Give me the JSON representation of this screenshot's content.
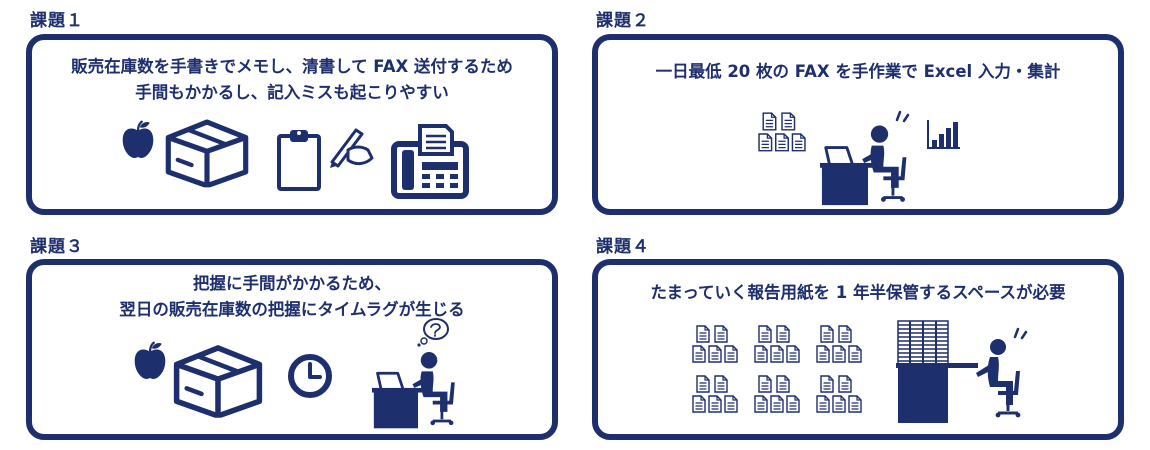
{
  "issues": [
    {
      "title": "課題１",
      "lines": [
        "販売在庫数を手書きでメモし、清書して FAX 送付するため",
        "手間もかかるし、記入ミスも起こりやすい"
      ]
    },
    {
      "title": "課題２",
      "lines": [
        "一日最低 20 枚の FAX を手作業で Excel 入力・集計"
      ]
    },
    {
      "title": "課題３",
      "lines": [
        "把握に手間がかかるため、",
        "翌日の販売在庫数の把握にタイムラグが生じる"
      ]
    },
    {
      "title": "課題４",
      "lines": [
        "たまっていく報告用紙を 1 年半保管するスペースが必要"
      ]
    }
  ],
  "colors": {
    "navy": "#1e2f6e",
    "background": "#ffffff"
  },
  "icons": [
    "apple-icon",
    "box-icon",
    "clipboard-icon",
    "pen-hand-icon",
    "fax-icon",
    "documents-icon",
    "worker-desk-icon",
    "bar-chart-icon",
    "clock-icon",
    "worried-worker-icon",
    "document-stack-icon",
    "file-storage-icon"
  ]
}
